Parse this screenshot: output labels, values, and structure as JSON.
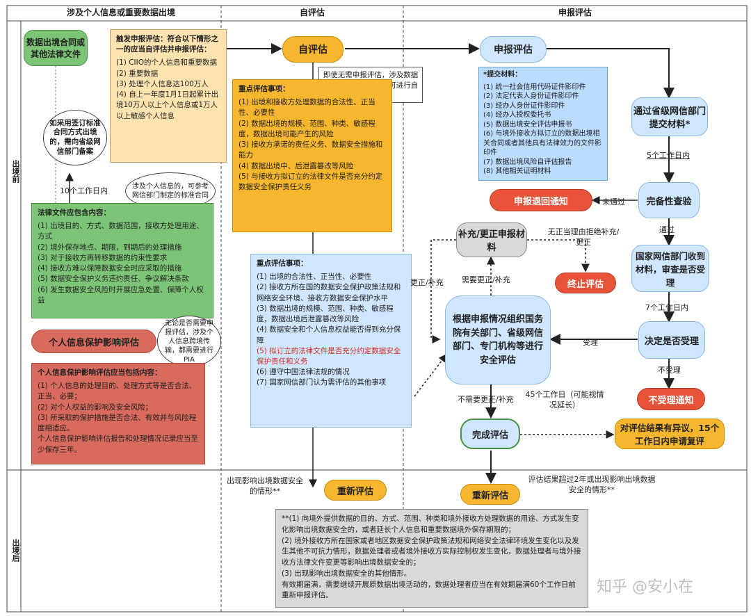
{
  "headers": {
    "col1": "涉及个人信息或重要数据出境",
    "col2": "自评估",
    "col3": "申报评估"
  },
  "lanes": {
    "before": "出境前",
    "after": "出境后"
  },
  "nodes": {
    "contract": "数据出境合同或其他法律文件",
    "trigger_title": "触发申报评估：符合以下情形之一的应当自评估并申报评估：",
    "trigger_items": [
      "(1) CIIO的个人信息和重要数据",
      "(2) 重要数据",
      "(3) 处理个人信息达100万人",
      "(4) 自上一年度1月1日起累计出境10万人以上个人信息或1万人以上敏感个人信息"
    ],
    "self_eval": "自评估",
    "note_self": "即使无需申报评估，涉及数据出境的数据处理者也可进行自评估",
    "self_focus_title": "重点评估事项：",
    "self_focus_items": [
      "(1) 出境和接收方处理数据的合法性、正当性、必要性",
      "(2) 数据出境的规模、范围、种类、敏感程度，数据出境可能产生的风险",
      "(3) 接收方承诺的责任义务、数据安全措施和能力",
      "(4) 数据出境中、后泄露篡改等风险",
      "(5) 与接收方拟订立的法律文件是否充分约定数据安全保护责任义务"
    ],
    "bubble_filing": "如采用签订标准合同方式出境的，需向省级网信部门备案",
    "days10": "10个工作日内",
    "bubble_std": "涉及个人信息的，可参考网信部门制定的标准合同",
    "legal_title": "法律文件应包含内容：",
    "legal_items": [
      "(1) 出境目的、方式、数据范围，接收方处理用途、方式",
      "(2) 境外保存地点、期限，到期后的处理措施",
      "(3) 对于接收方再转移数据的约束性要求",
      "(4) 接收方难以保障数据安全时应采取的措施",
      "(5) 数据安全保护义务违约责任、争议解决条款",
      "(6) 发生数据安全风险时开展应急处置、保障个人权益"
    ],
    "pia": "个人信息保护影响评估",
    "bubble_pia": "无论是否需要申报评估，涉及个人信息跨境传输，都需要进行PIA",
    "pia_title": "个人信息保护影响评估应当包括内容：",
    "pia_items": [
      "(1) 个人信息的处理目的、处理方式等是否合法、正当、必要；",
      "(2) 对个人权益的影响及安全风险；",
      "(3) 所采取的保护措施是否合法、有效并与风险程度相适应。",
      "个人信息保护影响评估报告和处理情况记录应当至少保存三年。"
    ],
    "decl_eval": "申报评估",
    "materials_title": "*提交材料：",
    "materials_items": [
      "(1) 统一社会信用代码证件影印件",
      "(2) 法定代表人身份证件影印件",
      "(3) 经办人身份证件影印件",
      "(4) 经办人授权委托书",
      "(5) 数据出境安全评估申报书",
      "(6) 与境外接收方拟订立的数据出境相关合同或者其他具有法律效力的文件影印件",
      "(7) 数据出境风险自评估报告",
      "(8) 其他相关证明材料"
    ],
    "submit": "通过省级网信部门提交材料*",
    "days5": "5个工作日内",
    "complete_check": "完备性查验",
    "not_pass": "未通过",
    "return_notice": "申报退回通知",
    "pass": "通过",
    "cac_receive": "国家网信部门收到材料，审查是否受理",
    "days7": "7个工作日内",
    "decide": "决定是否受理",
    "accept": "受理",
    "not_accept": "不受理",
    "reject_notice": "不受理通知",
    "supplement": "补充/更正申报材料",
    "no_reason": "无正当理由拒绝补充/更正",
    "terminate": "终止评估",
    "need_supp": "需要更正/补充",
    "supp_corr": "更正/补充",
    "organize": "根据申报情况组织国务院有关部门、省级网信部门、专门机构等进行安全评估",
    "decl_focus_title": "重点评估事项：",
    "decl_focus_items": [
      "(1) 出境的合法性、正当性、必要性",
      "(2) 接收方所在国的数据安全保护政策法规和网络安全环境、接收方数据安全保护水平",
      "(3) 数据出境的规模、范围、种类、敏感程度，数据出境后泄露篡改等风险",
      "(4) 数据安全和个人信息权益能否得到充分保障",
      "(5) 拟订立的法律文件是否充分约定数据安全保护责任和义务",
      "(6) 遵守中国法律法规的情况",
      "(7) 国家网信部门认为需评估的其他事项"
    ],
    "no_need_supp": "不需要更正/补充",
    "days45": "45个工作日（可能视情况延长）",
    "complete_eval": "完成评估",
    "objection": "对评估结果有异议，15个工作日内申请复评",
    "re_eval_1": "重新评估",
    "re_eval_2": "重新评估",
    "cond_1": "出现影响出境数据安全的情形**",
    "cond_2": "评估结果超过2年或出现影响出境数据安全的情形**",
    "footnote_items": [
      "**(1) 向境外提供数据的目的、方式、范围、种类和境外接收方处理数据的用途、方式发生变化影响出境数据安全的，或者延长个人信息和重要数据境外保存期限的；",
      "(2) 境外接收方所在国家或者地区数据安全保护政策法规和网络安全法律环境发生变化以及发生其他不可抗力情形，数据处理者或者境外接收方实际控制权发生变化，数据处理者与境外接收方法律文件变更等影响出境数据安全的；",
      "(3) 出现影响出境数据安全的其他情形。",
      "有效期届满，需要继续开展原数据出境活动的，数据处理者应当在有效期届满60个工作日前重新申报评估。"
    ],
    "watermark": "知乎 @安小在"
  }
}
